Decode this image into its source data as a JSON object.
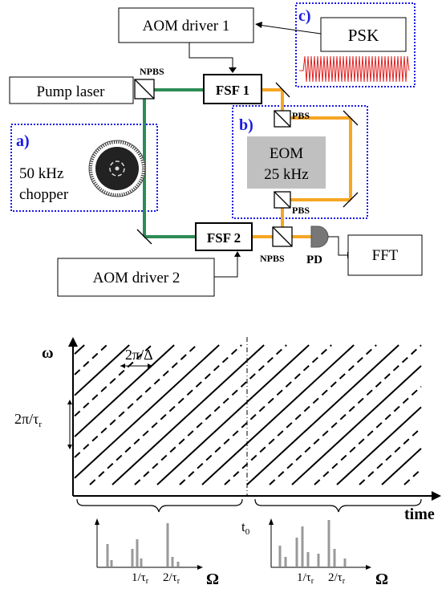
{
  "setup": {
    "aom_driver_1": "AOM driver 1",
    "aom_driver_2": "AOM driver 2",
    "psk": "PSK",
    "pump_laser": "Pump laser",
    "fsf_1": "FSF 1",
    "fsf_2": "FSF 2",
    "npbs_top": "NPBS",
    "npbs_bottom": "NPBS",
    "pbs_top": "PBS",
    "pbs_bottom": "PBS",
    "eom_line1": "EOM",
    "eom_line2": "25 kHz",
    "pd": "PD",
    "fft": "FFT",
    "chopper_line1": "50 kHz",
    "chopper_line2": "chopper",
    "panel_a": "a)",
    "panel_b": "b)",
    "panel_c": "c)"
  },
  "plot": {
    "y_axis": "ω",
    "x_axis": "time",
    "delta_label": "2π/Δ",
    "tau_label": "2π/τ",
    "tau_sub": "r",
    "t0": "t",
    "t0_sub": "0",
    "omega_label": "Ω",
    "left_spectrum": {
      "tick1": "1/τ",
      "tick1_sub": "r",
      "tick2": "2/τ",
      "tick2_sub": "r"
    },
    "right_spectrum": {
      "tick1": "1/τ",
      "tick1_sub": "r",
      "tick2": "2/τ",
      "tick2_sub": "r"
    }
  },
  "colors": {
    "green_beam": "#2e8b57",
    "orange_beam": "#f5a623",
    "panel_border": "#1a1ae6",
    "psk_wave": "#e02020",
    "spectrum_bar": "#999999",
    "eom_fill": "#c0c0c0"
  }
}
